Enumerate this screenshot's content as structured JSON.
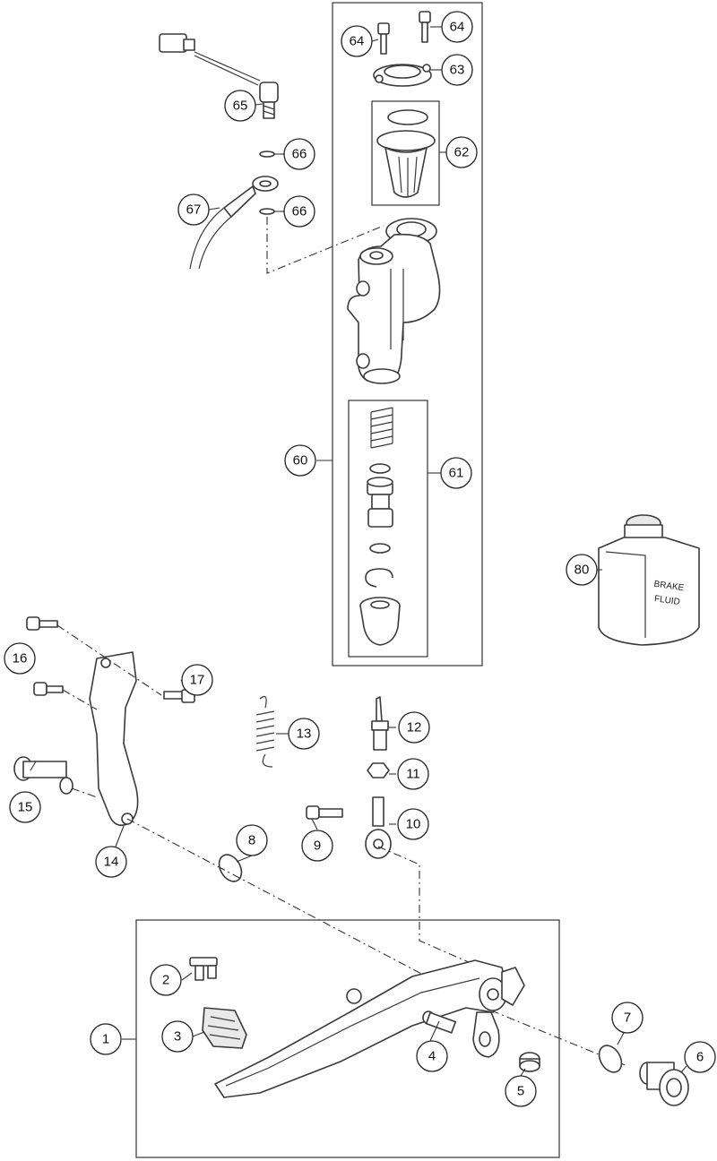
{
  "callouts": [
    {
      "key": "c64a",
      "label": "64"
    },
    {
      "key": "c64b",
      "label": "64"
    },
    {
      "key": "c63",
      "label": "63"
    },
    {
      "key": "c62",
      "label": "62"
    },
    {
      "key": "c65",
      "label": "65"
    },
    {
      "key": "c66a",
      "label": "66"
    },
    {
      "key": "c66b",
      "label": "66"
    },
    {
      "key": "c67",
      "label": "67"
    },
    {
      "key": "c60",
      "label": "60"
    },
    {
      "key": "c61",
      "label": "61"
    },
    {
      "key": "c80",
      "label": "80"
    },
    {
      "key": "c16",
      "label": "16"
    },
    {
      "key": "c17",
      "label": "17"
    },
    {
      "key": "c13",
      "label": "13"
    },
    {
      "key": "c12",
      "label": "12"
    },
    {
      "key": "c11",
      "label": "11"
    },
    {
      "key": "c15",
      "label": "15"
    },
    {
      "key": "c14",
      "label": "14"
    },
    {
      "key": "c8",
      "label": "8"
    },
    {
      "key": "c9",
      "label": "9"
    },
    {
      "key": "c10",
      "label": "10"
    },
    {
      "key": "c2",
      "label": "2"
    },
    {
      "key": "c3",
      "label": "3"
    },
    {
      "key": "c1",
      "label": "1"
    },
    {
      "key": "c4",
      "label": "4"
    },
    {
      "key": "c5",
      "label": "5"
    },
    {
      "key": "c7",
      "label": "7"
    },
    {
      "key": "c6",
      "label": "6"
    }
  ],
  "brake_fluid_can": {
    "line1": "BRAKE",
    "line2": "FLUID"
  }
}
